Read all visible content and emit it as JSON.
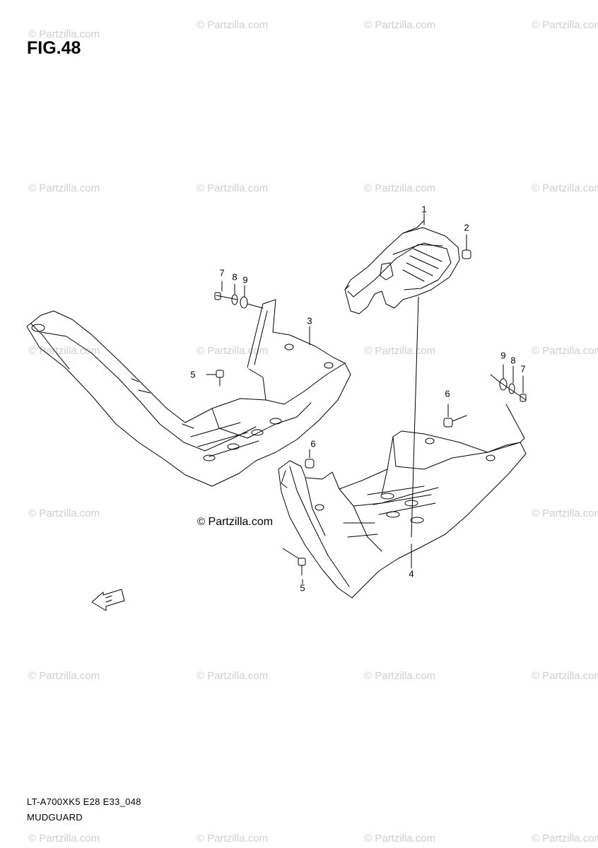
{
  "figure": {
    "title": "FIG.48"
  },
  "footer": {
    "model_code": "LT-A700XK5 E28 E33_048",
    "section_name": "MUDGUARD"
  },
  "watermark": {
    "text": "© Partzilla.com"
  },
  "credit": {
    "symbol": "©",
    "text": "Partzilla.com"
  },
  "callouts": {
    "c1": "1",
    "c2": "2",
    "c3": "3",
    "c4": "4",
    "c5a": "5",
    "c5b": "5",
    "c6a": "6",
    "c6b": "6",
    "c7a": "7",
    "c7b": "7",
    "c8a": "8",
    "c8b": "8",
    "c9a": "9",
    "c9b": "9"
  },
  "fwd_label": "FWD"
}
